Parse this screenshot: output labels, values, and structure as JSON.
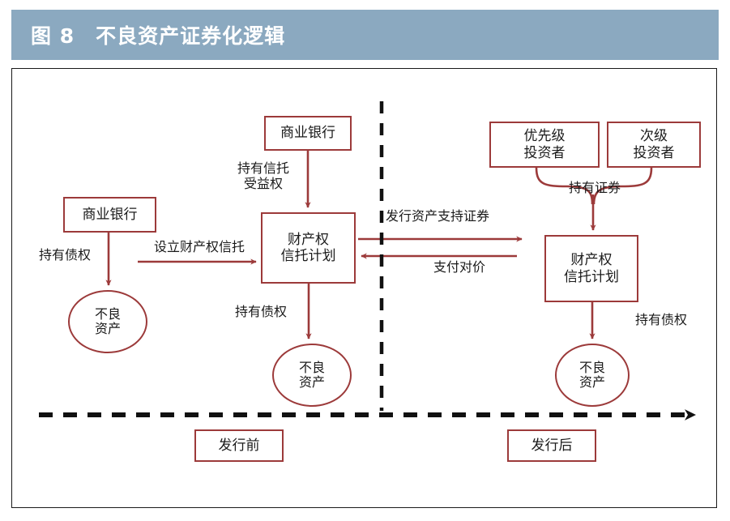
{
  "figure": {
    "number_label": "图 8",
    "title": "图 8　不良资产证券化逻辑",
    "title_bar_color": "#8ba9c0",
    "accent_color": "#9c3a3a",
    "timeline_color": "#111111"
  },
  "nodes": {
    "bank_left": "商业银行",
    "bank_center": "商业银行",
    "trust_center": "财产权\n信托计划",
    "senior_investor": "优先级\n投资者",
    "junior_investor": "次级\n投资者",
    "trust_right": "财产权\n信托计划",
    "npa_left": "不良\n资产",
    "npa_center": "不良\n资产",
    "npa_right": "不良\n资产",
    "phase_before": "发行前",
    "phase_after": "发行后"
  },
  "edge_labels": {
    "hold_claim_left": "持有债权",
    "setup_property_trust": "设立财产权信托",
    "hold_trust_beneficiary": "持有信托\n受益权",
    "hold_claim_center": "持有债权",
    "issue_abs": "发行资产支持证券",
    "pay_consideration": "支付对价",
    "hold_securities": "持有证券",
    "hold_claim_right": "持有债权"
  }
}
